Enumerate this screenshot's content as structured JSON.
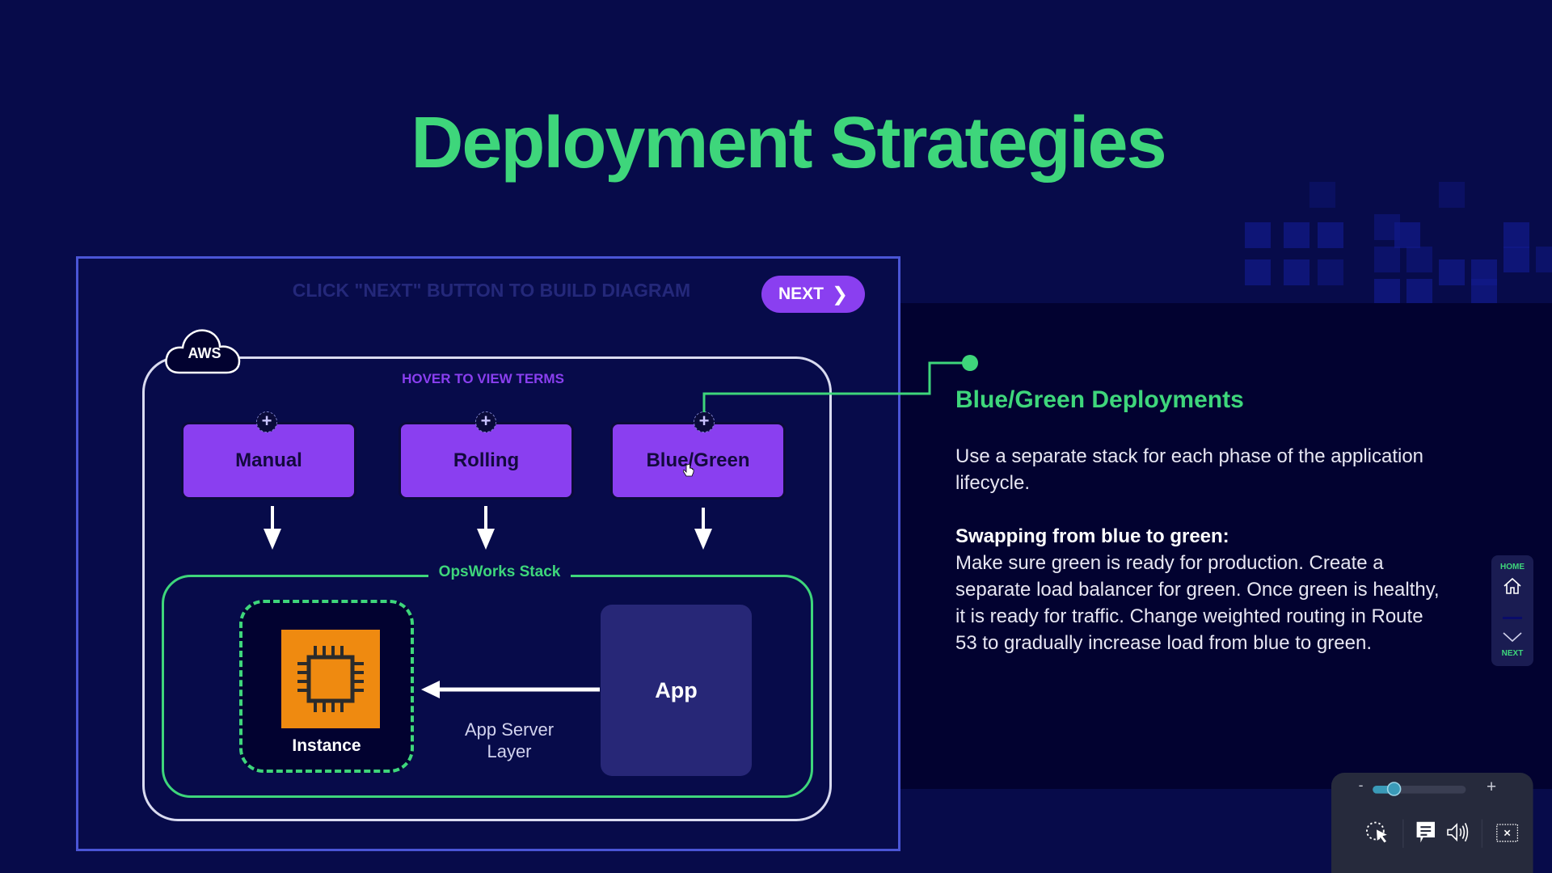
{
  "page": {
    "title": "Deployment Strategies"
  },
  "diagram": {
    "instruction": "CLICK \"NEXT\" BUTTON TO BUILD DIAGRAM",
    "next_button": "NEXT",
    "aws_label": "AWS",
    "hover_hint": "HOVER TO VIEW TERMS",
    "strategies": [
      {
        "label": "Manual"
      },
      {
        "label": "Rolling"
      },
      {
        "label": "Blue/Green",
        "active": true
      }
    ],
    "opsworks_label": "OpsWorks Stack",
    "instance_label": "Instance",
    "app_label": "App",
    "layer_label_line1": "App Server",
    "layer_label_line2": "Layer"
  },
  "info": {
    "title": "Blue/Green Deployments",
    "intro": "Use a separate stack for each phase of the application lifecycle.",
    "subheading": "Swapping from blue to green:",
    "detail": "Make sure green is ready for production. Create a separate load balancer for green. Once green is healthy, it is ready for traffic. Change weighted routing in Route 53 to gradually increase load from blue to green."
  },
  "side_nav": {
    "home_label": "HOME",
    "next_label": "NEXT",
    "home_icon": "home-icon",
    "next_icon": "chevron-down-icon"
  },
  "player_controls": {
    "zoom_minus": "-",
    "zoom_plus": "+",
    "zoom_level_fraction": 0.22,
    "icons": [
      "cursor-highlight-icon",
      "captions-icon",
      "volume-icon",
      "close-icon"
    ]
  },
  "colors": {
    "background": "#070b4a",
    "accent_green": "#3ed67b",
    "accent_purple": "#8a3ff0",
    "panel_border": "#4a55d6",
    "instance_orange": "#ef8a10",
    "app_box": "#272777",
    "info_panel": "#020230"
  }
}
